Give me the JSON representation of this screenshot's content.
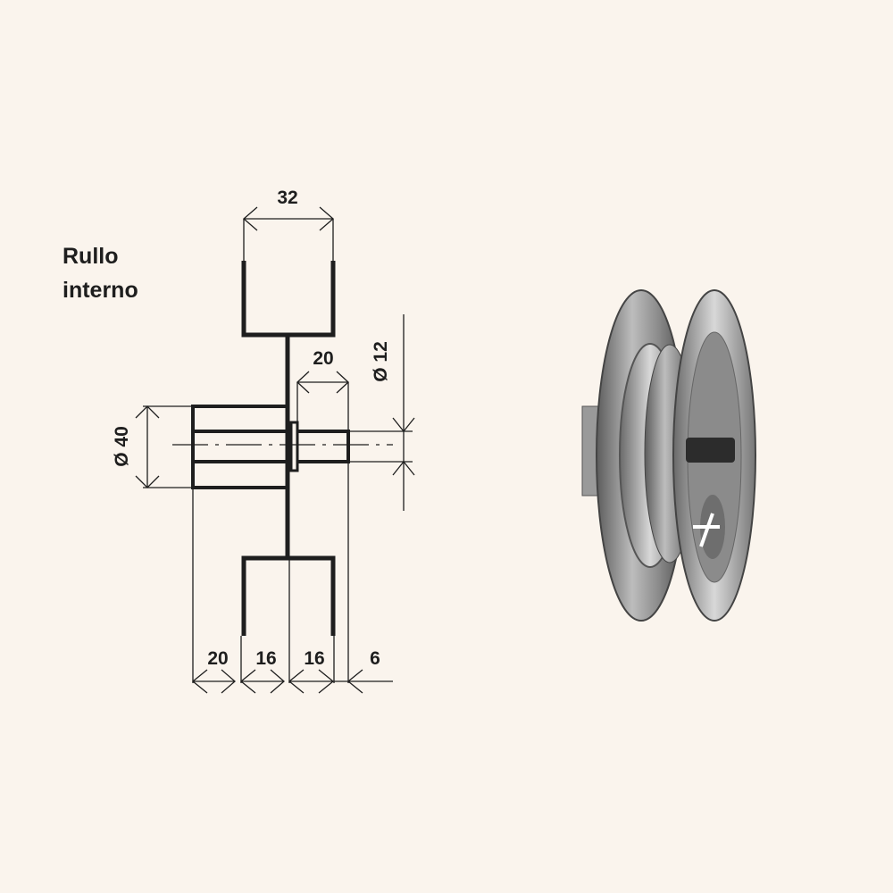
{
  "title": {
    "line1": "Rullo",
    "line2": "interno"
  },
  "dimensions": {
    "top_width": "32",
    "shaft_length": "20",
    "shaft_diameter": "Ø 12",
    "hub_diameter": "Ø 40",
    "bottom": [
      "20",
      "16",
      "16",
      "6"
    ]
  },
  "colors": {
    "background": "#faf4ed",
    "line": "#1e1e1e"
  }
}
